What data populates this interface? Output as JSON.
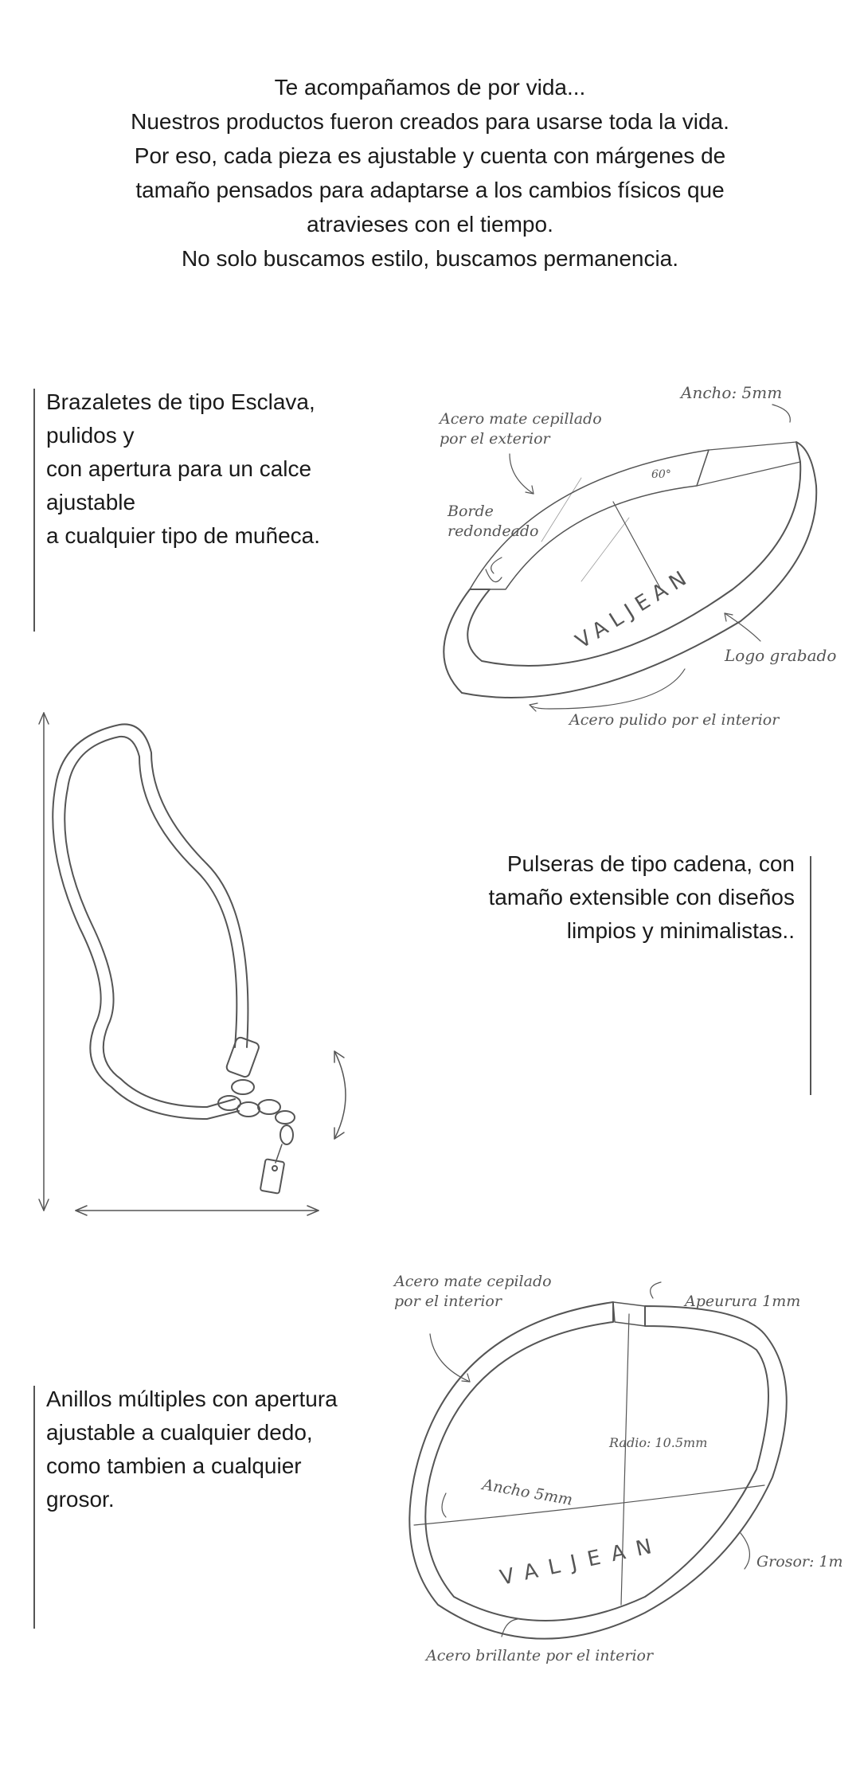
{
  "intro": {
    "lines": [
      "Te acompañamos de por vida...",
      "Nuestros productos fueron creados para usarse toda la vida.",
      "Por eso, cada pieza es ajustable y cuenta con márgenes de",
      "tamaño pensados para adaptarse a los cambios físicos que",
      "atravieses con el tiempo.",
      "No solo buscamos estilo, buscamos permanencia."
    ]
  },
  "bracelet": {
    "text": [
      "Brazaletes de tipo Esclava,",
      "pulidos y",
      "con apertura para un calce",
      "ajustable",
      "a cualquier tipo de muñeca."
    ],
    "annotations": {
      "acero_mate": [
        "Acero mate cepillado",
        "por el exterior"
      ],
      "ancho": "Ancho: 5mm",
      "angle": "60°",
      "borde": [
        "Borde",
        "redondeado"
      ],
      "engraving": "VALJEAN",
      "logo": "Logo grabado",
      "acero_pulido": "Acero pulido por el interior"
    }
  },
  "chain": {
    "text": [
      "Pulseras de tipo cadena, con",
      "tamaño extensible con diseños",
      "limpios y minimalistas.."
    ]
  },
  "ring": {
    "text": [
      "Anillos múltiples con apertura",
      "ajustable a cualquier dedo,",
      "como tambien a cualquier",
      "grosor."
    ],
    "annotations": {
      "acero_mate": [
        "Acero mate cepilado",
        "por el interior"
      ],
      "apertura": "Apeurura 1mm",
      "radio": "Radio: 10.5mm",
      "ancho": "Ancho 5mm",
      "grosor": "Grosor: 1m",
      "engraving": "VALJEAN",
      "acero_brillante": "Acero brillante por el interior"
    }
  }
}
